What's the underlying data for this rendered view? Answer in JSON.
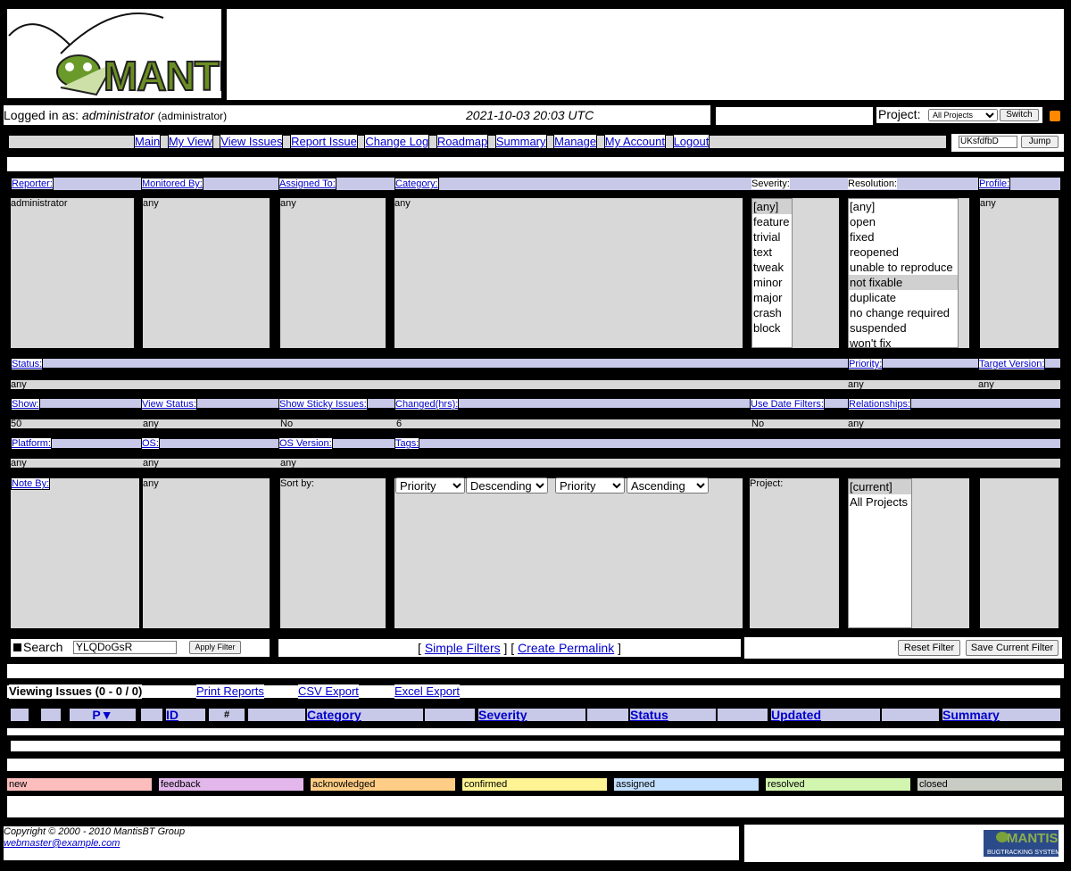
{
  "header": {
    "logo_text": "MANTIS",
    "logged_in_prefix": "Logged in as: ",
    "username": "administrator",
    "role": "(administrator)",
    "datetime": "2021-10-03 20:03 UTC",
    "project_label": "Project:",
    "project_value": "All Projects",
    "switch_label": "Switch"
  },
  "nav": {
    "items": [
      "Main",
      "My View",
      "View Issues",
      "Report Issue",
      "Change Log",
      "Roadmap",
      "Summary",
      "Manage",
      "My Account",
      "Logout"
    ],
    "jump_value": "UKsfdfbD",
    "jump_label": "Jump"
  },
  "filters": {
    "reporter_label": "Reporter:",
    "monitored_label": "Monitored By:",
    "assigned_label": "Assigned To:",
    "category_label": "Category:",
    "severity_label": "Severity:",
    "resolution_label": "Resolution:",
    "profile_label": "Profile:",
    "reporter_value": "administrator",
    "monitored_value": "any",
    "assigned_value": "any",
    "category_value": "any",
    "profile_value": "any",
    "severity_options": [
      "[any]",
      "feature",
      "trivial",
      "text",
      "tweak",
      "minor",
      "major",
      "crash",
      "block"
    ],
    "resolution_options": [
      "[any]",
      "open",
      "fixed",
      "reopened",
      "unable to reproduce",
      "not fixable",
      "duplicate",
      "no change required",
      "suspended",
      "won't fix"
    ],
    "status_label": "Status:",
    "priority_label": "Priority:",
    "target_label": "Target Version:",
    "status_value": "any",
    "priority_value": "any",
    "target_value": "any",
    "show_label": "Show:",
    "view_status_label": "View Status:",
    "sticky_label": "Show Sticky Issues:",
    "changed_label": "Changed(hrs):",
    "date_label": "Use Date Filters:",
    "relationships_label": "Relationships:",
    "show_value": "50",
    "view_status_value": "any",
    "sticky_value": "No",
    "changed_value": "6",
    "date_value": "No",
    "relationships_value": "any",
    "platform_label": "Platform:",
    "os_label": "OS:",
    "os_version_label": "OS Version:",
    "tags_label": "Tags:",
    "platform_value": "any",
    "os_value": "any",
    "os_version_value": "any",
    "note_by_label": "Note By:",
    "note_by_value": "any",
    "sort_label": "Sort by:",
    "sort1_field": "Priority",
    "sort1_dir": "Descending",
    "sort2_field": "Priority",
    "sort2_dir": "Ascending",
    "project_label": "Project:",
    "project_options": [
      "[current]",
      "All Projects"
    ]
  },
  "search": {
    "label": "Search",
    "value": "YLQDoGsR",
    "apply_label": "Apply Filter",
    "simple_filters": "Simple Filters",
    "create_permalink": "Create Permalink",
    "reset_label": "Reset Filter",
    "save_label": "Save Current Filter"
  },
  "issues": {
    "title": "Viewing Issues (0 - 0 / 0)",
    "print": "Print Reports",
    "csv": "CSV Export",
    "excel": "Excel Export",
    "columns": {
      "priority": "P",
      "id": "ID",
      "notes": "#",
      "category": "Category",
      "severity": "Severity",
      "status": "Status",
      "updated": "Updated",
      "summary": "Summary"
    }
  },
  "legend": [
    {
      "label": "new",
      "color": "#fcbdbd"
    },
    {
      "label": "feedback",
      "color": "#e3b7eb"
    },
    {
      "label": "acknowledged",
      "color": "#ffcd85"
    },
    {
      "label": "confirmed",
      "color": "#fff494"
    },
    {
      "label": "assigned",
      "color": "#c2dfff"
    },
    {
      "label": "resolved",
      "color": "#d2f5b0"
    },
    {
      "label": "closed",
      "color": "#c9ccc4"
    }
  ],
  "footer": {
    "copyright": "Copyright © 2000 - 2010 MantisBT Group",
    "email": "webmaster@example.com",
    "badge_text": "MANTIS",
    "badge_sub": "BUGTRACKING SYSTEM"
  }
}
